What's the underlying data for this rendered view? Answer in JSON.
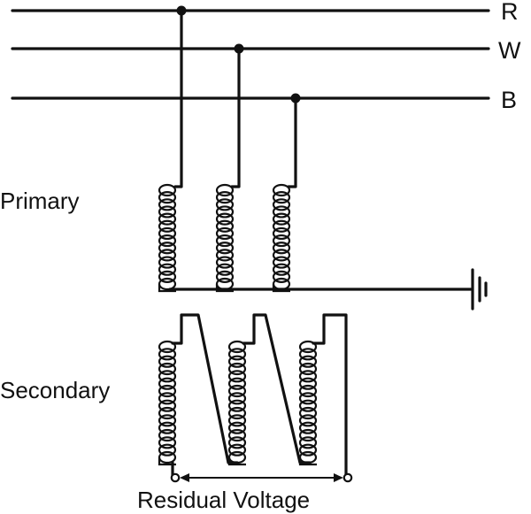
{
  "lines": [
    {
      "id": "r",
      "label": "R"
    },
    {
      "id": "w",
      "label": "W"
    },
    {
      "id": "b",
      "label": "B"
    }
  ],
  "primary_label": "Primary",
  "secondary_label": "Secondary",
  "output_label": "Residual Voltage",
  "colors": {
    "ink": "#111111",
    "background": "#ffffff"
  }
}
